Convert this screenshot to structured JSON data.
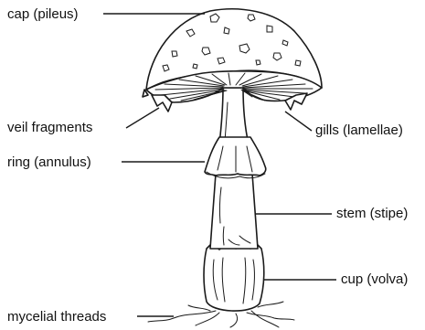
{
  "labels": {
    "cap": "cap (pileus)",
    "veil": "veil fragments",
    "ring": "ring (annulus)",
    "gills": "gills (lamellae)",
    "stem": "stem (stipe)",
    "cup": "cup (volva)",
    "mycelium": "mycelial threads"
  }
}
